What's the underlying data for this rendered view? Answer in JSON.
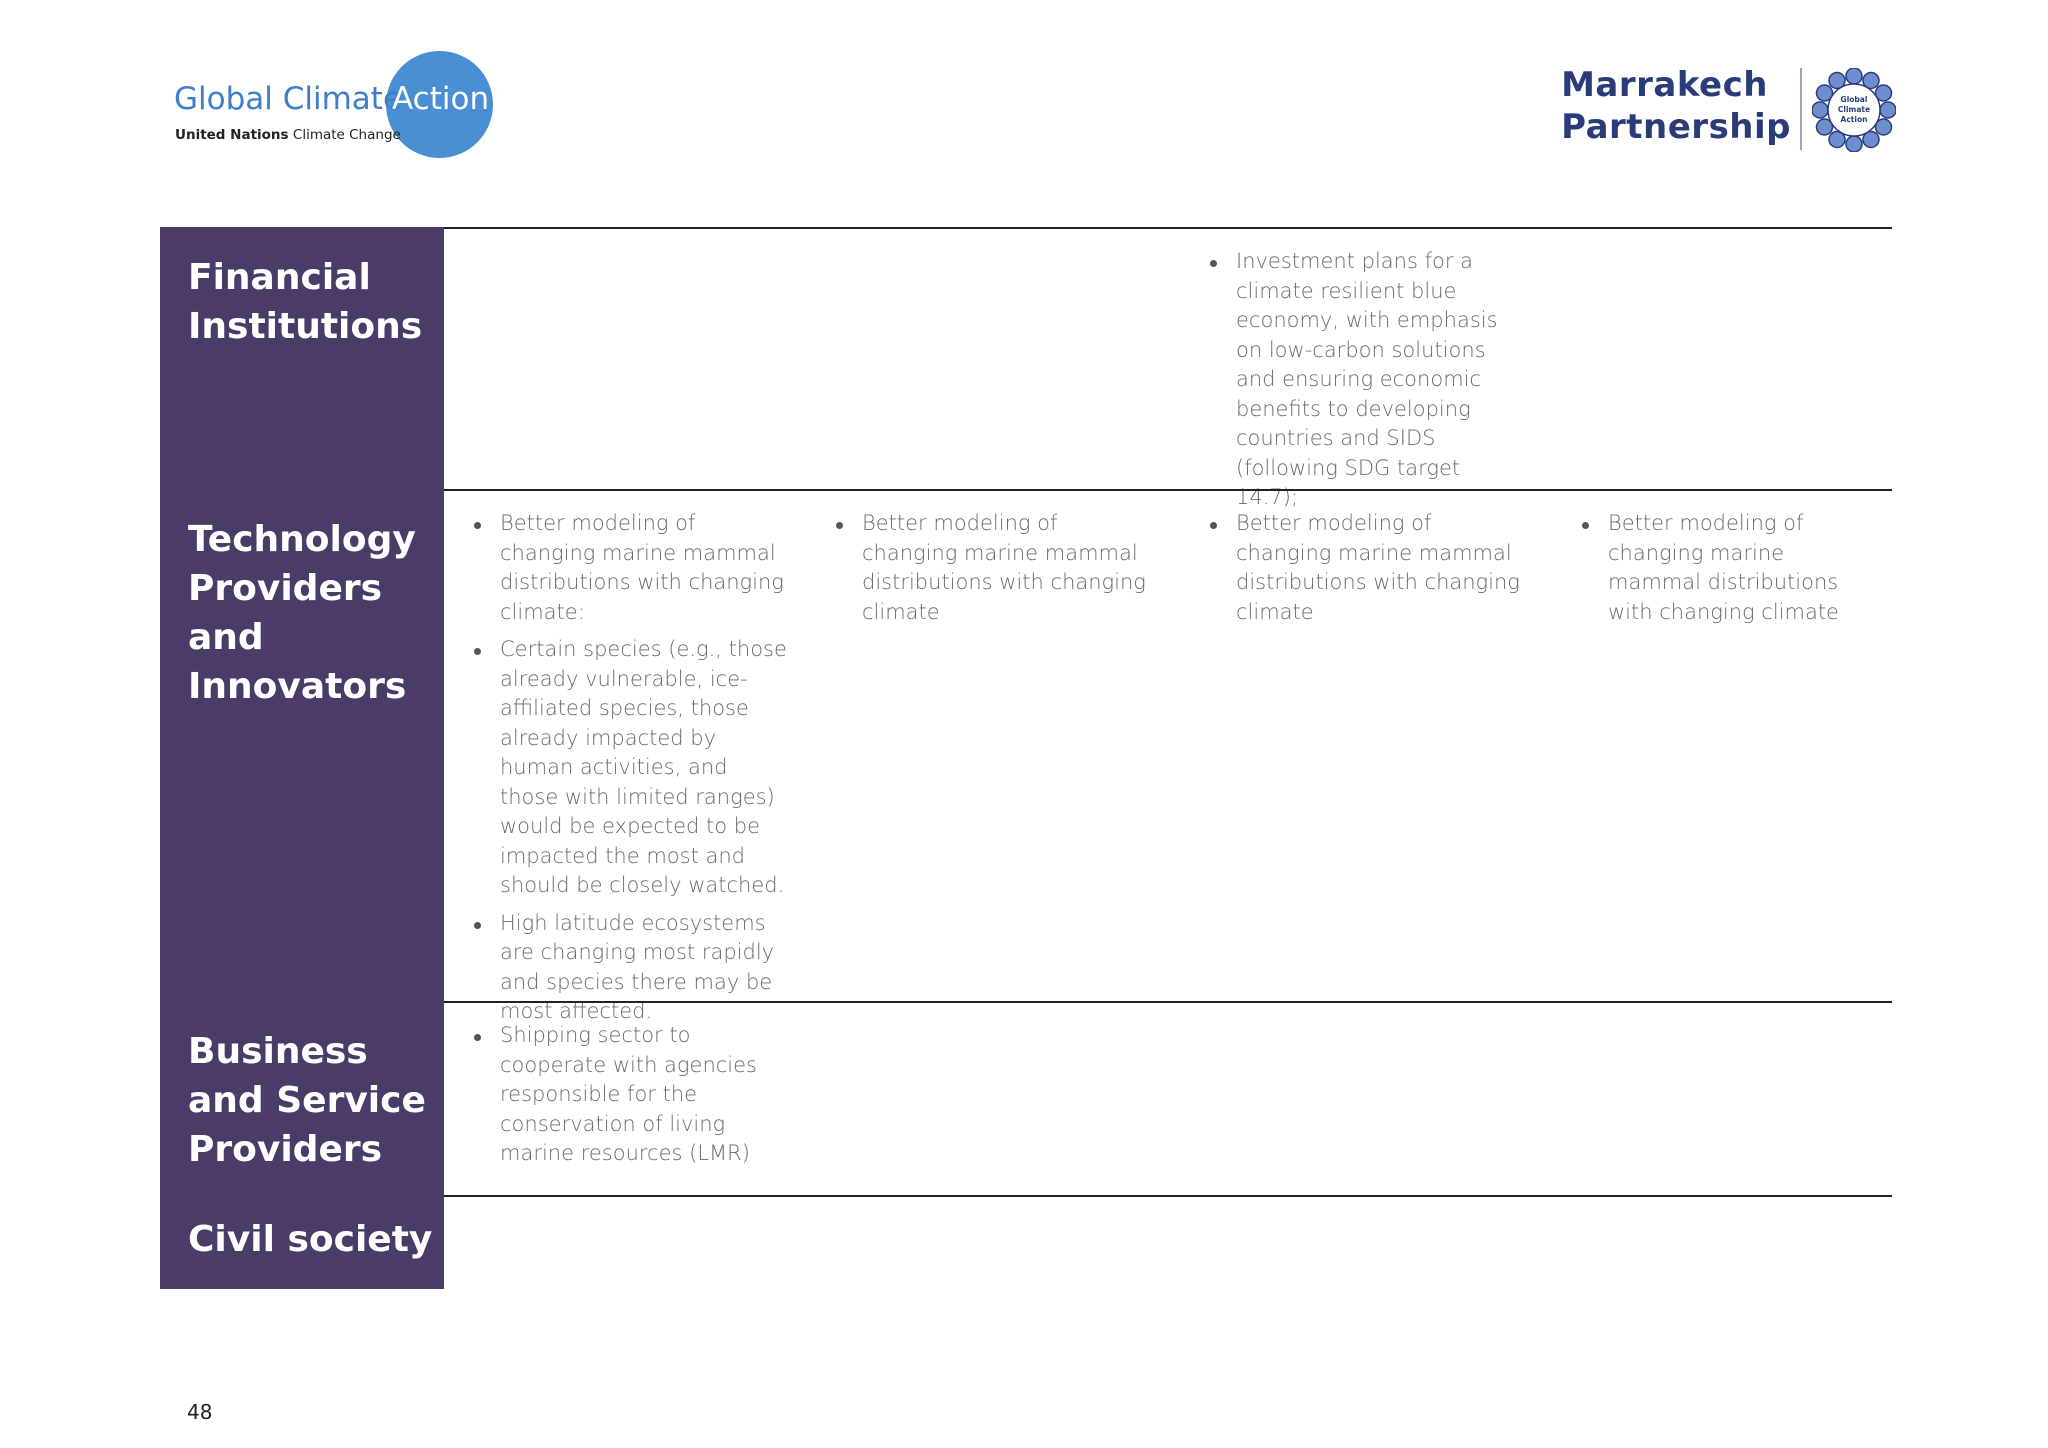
{
  "header": {
    "left_logo": {
      "word1": "Global Climate",
      "word2": "Action",
      "org_bold": "United Nations",
      "org_rest": "Climate Change"
    },
    "right_logo": {
      "line1": "Marrakech",
      "line2": "Partnership",
      "emblem_text": [
        "Global",
        "Climate",
        "Action"
      ]
    }
  },
  "colors": {
    "label_bg": "#4a3b68",
    "brand_blue": "#4a8ed3",
    "partnership_navy": "#2a3b7a"
  },
  "rows": [
    {
      "label": "Financial Institutions",
      "cells": [
        [],
        [],
        [
          "Investment plans for a climate resilient blue economy, with emphasis on low-carbon solutions and ensuring economic benefits to developing countries and SIDS (following SDG target 14.7);"
        ],
        []
      ]
    },
    {
      "label": "Technology Providers and Innovators",
      "cells": [
        [
          "Better modeling of changing marine mammal distributions with changing climate:",
          "Certain species (e.g., those already vulnerable, ice-affiliated species, those already impacted by human activities, and those with limited ranges) would be expected to be impacted the most and should be closely watched.",
          "High latitude ecosystems are changing most rapidly and species there may be most affected."
        ],
        [
          "Better modeling of changing marine mammal distributions with changing climate"
        ],
        [
          "Better modeling of changing marine mammal distributions with changing climate"
        ],
        [
          "Better modeling of changing marine mammal distributions with changing climate"
        ]
      ]
    },
    {
      "label": "Business and Service Providers",
      "cells": [
        [
          "Shipping sector to cooperate with agencies responsible for the conservation of living marine resources (LMR)"
        ],
        [],
        [],
        []
      ]
    },
    {
      "label": "Civil society",
      "cells": [
        [],
        [],
        [],
        []
      ]
    }
  ],
  "footer": {
    "page_number": "48"
  }
}
